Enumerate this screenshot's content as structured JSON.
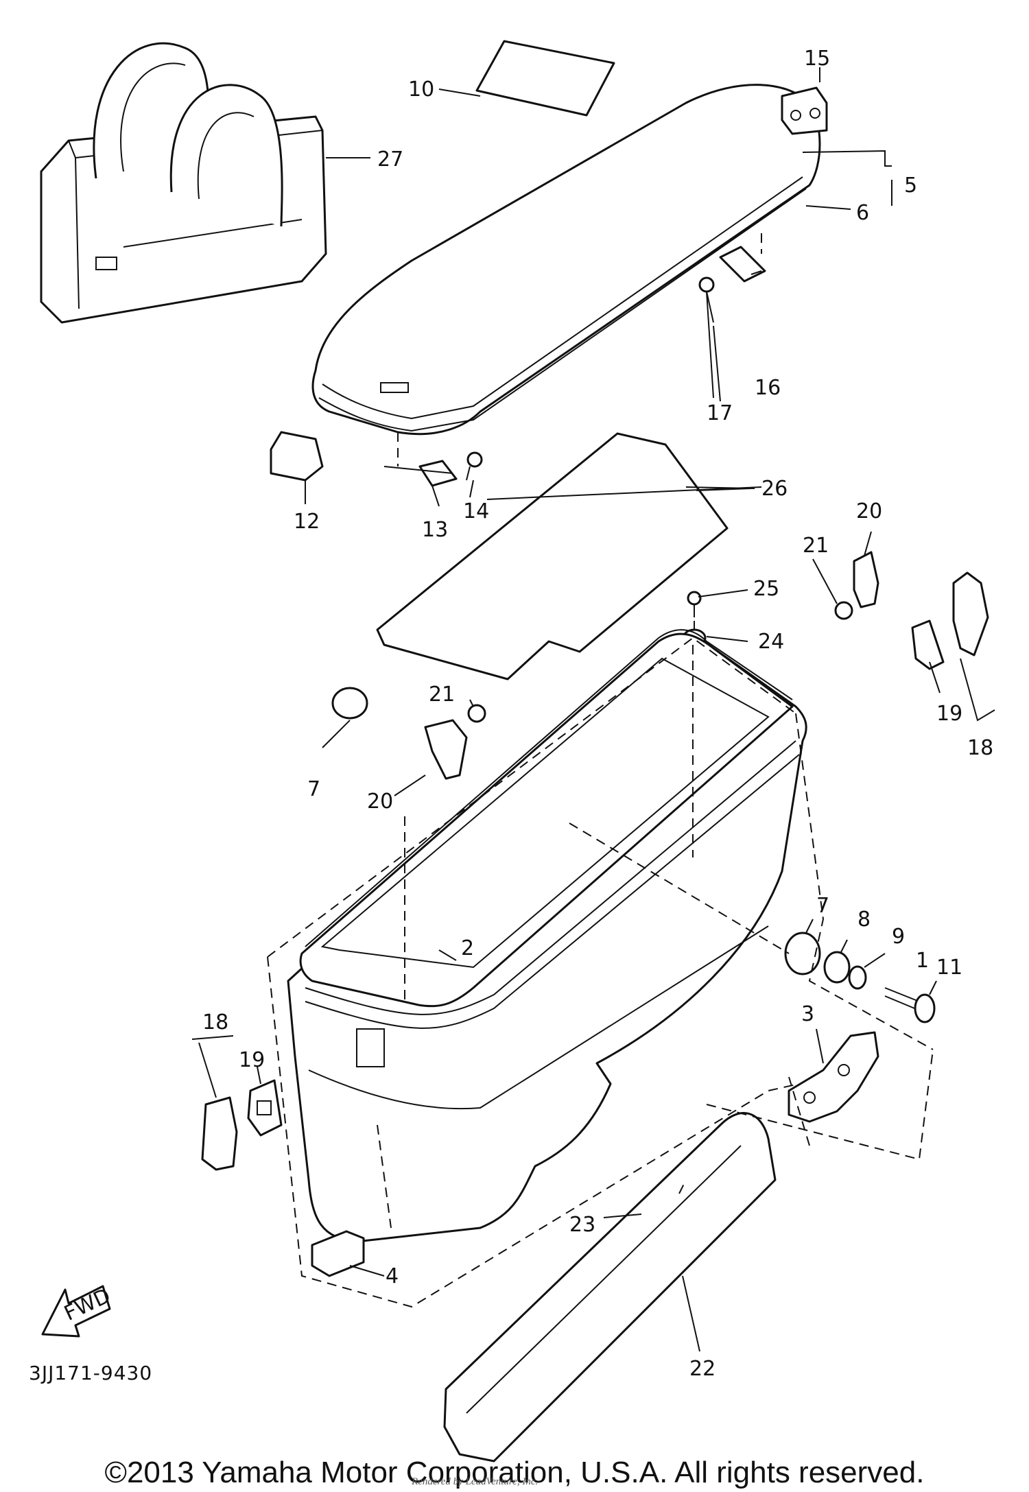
{
  "diagram": {
    "part_callouts": [
      "1",
      "2",
      "3",
      "4",
      "5",
      "6",
      "7",
      "7",
      "8",
      "9",
      "10",
      "11",
      "12",
      "13",
      "14",
      "15",
      "16",
      "17",
      "18",
      "18",
      "19",
      "19",
      "20",
      "20",
      "21",
      "21",
      "22",
      "23",
      "24",
      "25",
      "26",
      "27"
    ],
    "fwd_label": "FWD",
    "diagram_code": "3JJ171-9430",
    "copyright": "©2013 Yamaha Motor Corporation, U.S.A. All rights reserved.",
    "watermark": "Rendered by LeadVenture, Inc."
  }
}
